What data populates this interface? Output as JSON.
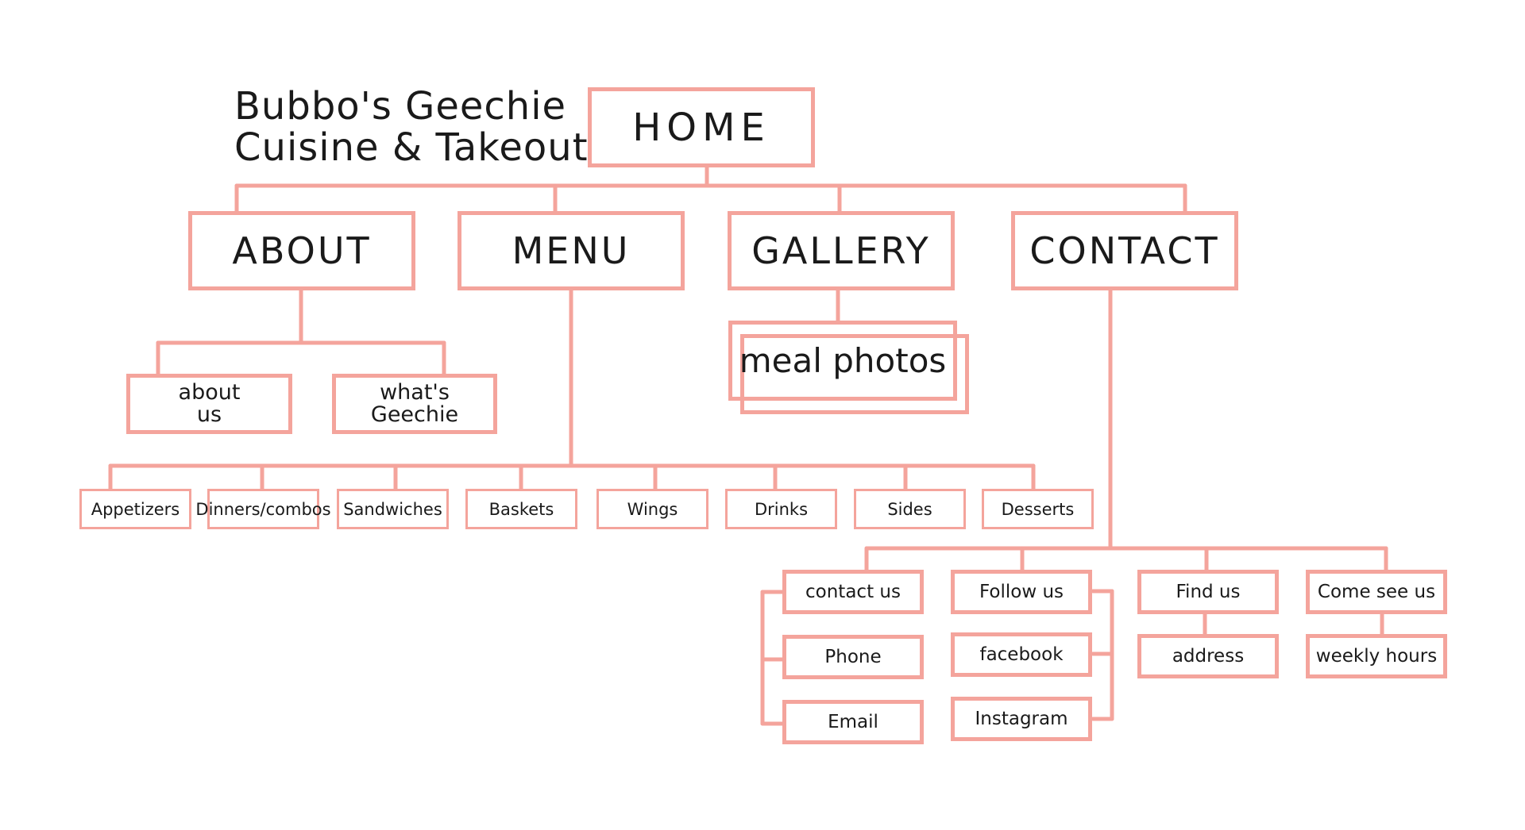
{
  "site": {
    "title_line1": "Bubbo's Geechie",
    "title_line2": "Cuisine & Takeout"
  },
  "colors": {
    "line": "#f4a49c",
    "text": "#1a1a1a",
    "background": "#ffffff"
  },
  "nodes": {
    "home": "HOME",
    "about": "ABOUT",
    "menu": "MENU",
    "gallery": "GALLERY",
    "contact": "CONTACT",
    "about_us": "about\nus",
    "whats_geechie": "what's\nGeechie",
    "meal_photos": "meal photos",
    "appetizers": "Appetizers",
    "dinners_combos": "Dinners/combos",
    "sandwiches": "Sandwiches",
    "baskets": "Baskets",
    "wings": "Wings",
    "drinks": "Drinks",
    "sides": "Sides",
    "desserts": "Desserts",
    "contact_us": "contact us",
    "phone": "Phone",
    "email": "Email",
    "follow_us": "Follow us",
    "facebook": "facebook",
    "instagram": "Instagram",
    "find_us": "Find us",
    "address": "address",
    "come_see_us": "Come see us",
    "weekly_hours": "weekly hours"
  }
}
